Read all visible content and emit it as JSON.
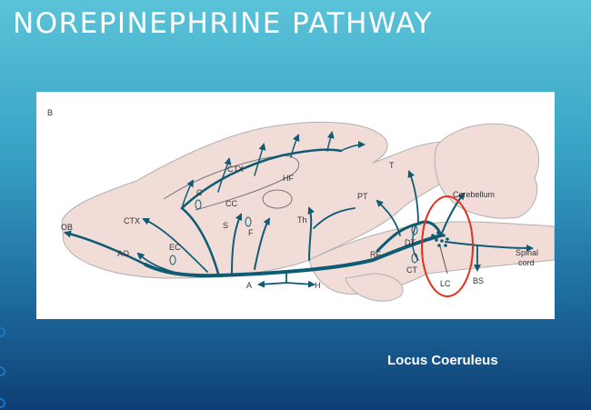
{
  "slide": {
    "title": "Norepinephrine Pathway",
    "caption": "Locus Coeruleus"
  },
  "figure": {
    "panel_label": "B",
    "labels": {
      "ctx_top": "CTX",
      "hf": "HF",
      "c": "C",
      "cc": "CC",
      "s": "S",
      "f": "F",
      "th": "Th",
      "t": "T",
      "pt": "PT",
      "cerebellum": "Cerebellum",
      "ob": "OB",
      "ctx_front": "CTX",
      "ao": "AO",
      "ec": "EC",
      "dt": "DT",
      "rf": "RF",
      "ct": "CT",
      "lc": "LC",
      "bs": "BS",
      "spinal_cord_1": "Spinal",
      "spinal_cord_2": "cord",
      "a": "A",
      "h": "H"
    },
    "colors": {
      "brain_fill": "#f2dcd8",
      "brain_stroke": "#b0b0b0",
      "pathway": "#0e5c74",
      "highlight_circle": "#e03020"
    }
  }
}
